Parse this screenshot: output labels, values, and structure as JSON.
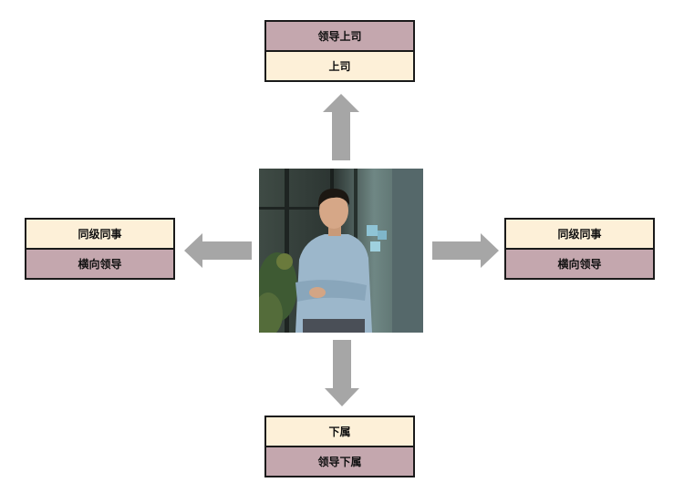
{
  "colors": {
    "mauve": "#c4a7ae",
    "cream": "#fdf0d8",
    "border": "#1a1a1a",
    "arrow": "#a6a6a6"
  },
  "photo": {
    "icon": "man-portrait-photo"
  },
  "top": {
    "row1": "领导上司",
    "row2": "上司"
  },
  "left": {
    "row1": "同级同事",
    "row2": "横向领导"
  },
  "right": {
    "row1": "同级同事",
    "row2": "横向领导"
  },
  "bottom": {
    "row1": "下属",
    "row2": "领导下属"
  }
}
